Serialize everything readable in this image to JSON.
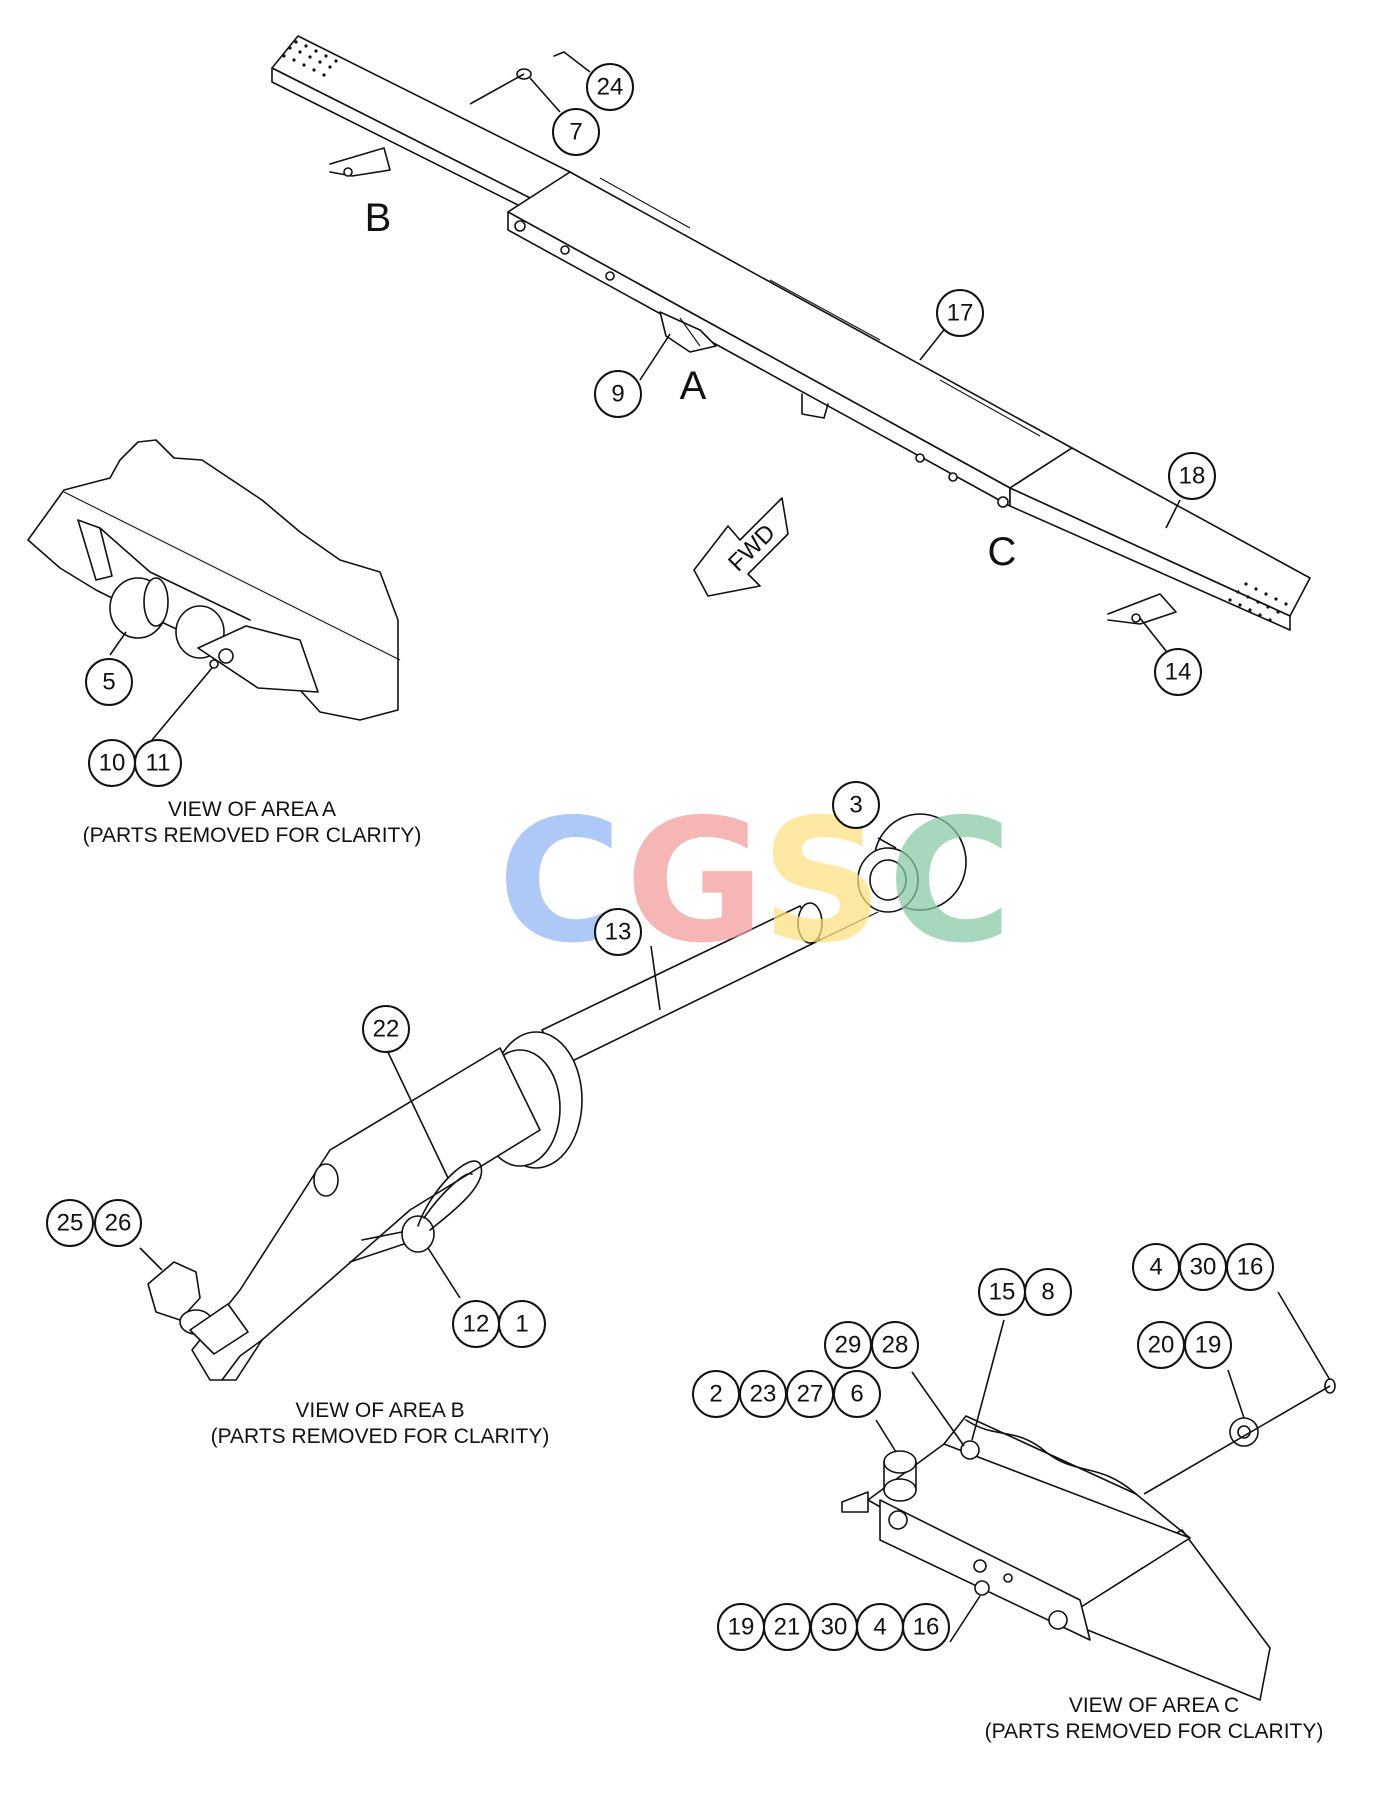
{
  "letters": [
    "A",
    "B",
    "C"
  ],
  "arrow_label": "FWD",
  "watermark": {
    "letters": [
      "C",
      "G",
      "S",
      "C"
    ],
    "colors": [
      "#8fb4f4",
      "#f49a9a",
      "#fbe07c",
      "#86c9a3"
    ]
  },
  "captions": {
    "area_a": [
      "VIEW OF AREA A",
      "(PARTS REMOVED FOR CLARITY)"
    ],
    "area_b": [
      "VIEW OF AREA B",
      "(PARTS REMOVED FOR CLARITY)"
    ],
    "area_c": [
      "VIEW OF AREA C",
      "(PARTS REMOVED FOR CLARITY)"
    ]
  },
  "callouts": {
    "c24": "24",
    "c7": "7",
    "c17": "17",
    "c9": "9",
    "c18": "18",
    "c14": "14",
    "c5": "5",
    "c10": "10",
    "c11": "11",
    "c3": "3",
    "c13": "13",
    "c22": "22",
    "c25": "25",
    "c26": "26",
    "c12": "12",
    "c1": "1",
    "c4a": "4",
    "c30a": "30",
    "c16a": "16",
    "c15": "15",
    "c8": "8",
    "c29": "29",
    "c28": "28",
    "c20": "20",
    "c19a": "19",
    "c2": "2",
    "c23": "23",
    "c27": "27",
    "c6": "6",
    "c19b": "19",
    "c21": "21",
    "c30b": "30",
    "c4b": "4",
    "c16b": "16"
  }
}
